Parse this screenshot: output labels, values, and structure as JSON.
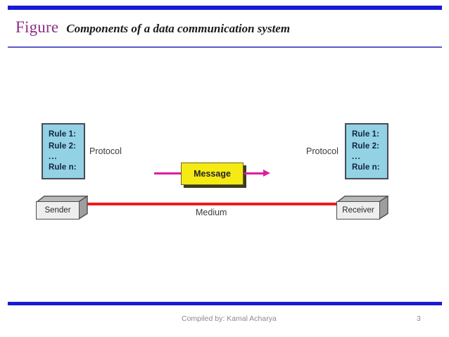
{
  "slide": {
    "title_prefix": "Figure",
    "title_caption": "Components of a data communication system",
    "footer_note": "Compiled by: Kamal Acharya",
    "page_number": "3",
    "colors": {
      "bar_blue": "#1a1ad6",
      "rule_blue": "#5b5bc8",
      "figure_purple": "#8b2f85",
      "protocol_fill": "#92d2e4",
      "message_fill": "#f5ea14",
      "medium_red": "#ef1b1b",
      "arrow_magenta": "#e01ca0",
      "node_fill": "#eeeeee",
      "footer_gray": "#8a8a8a"
    }
  },
  "diagram": {
    "title": "Components of a data communication system",
    "protocol_left": {
      "label": "Protocol",
      "rules": [
        "Rule 1:",
        "Rule 2:",
        "...",
        "Rule n:"
      ]
    },
    "protocol_right": {
      "label": "Protocol",
      "rules": [
        "Rule 1:",
        "Rule 2:",
        "...",
        "Rule n:"
      ]
    },
    "sender_label": "Sender",
    "receiver_label": "Receiver",
    "message_label": "Message",
    "medium_label": "Medium"
  }
}
